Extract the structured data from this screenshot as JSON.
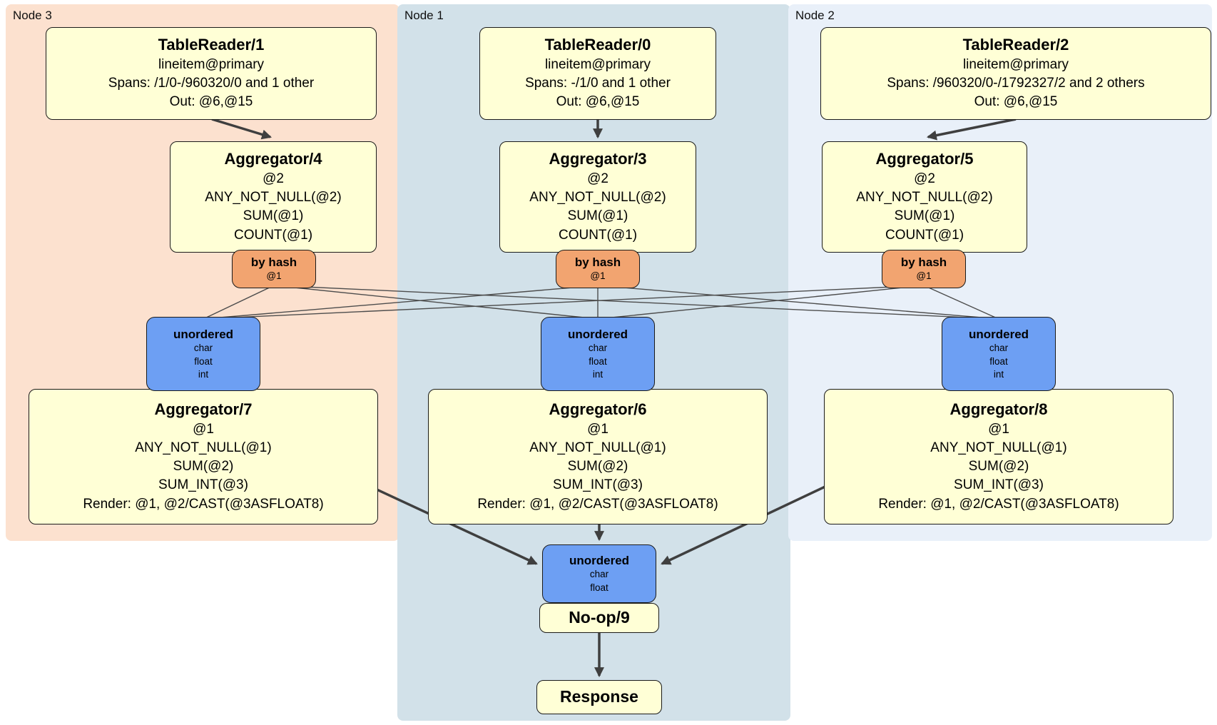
{
  "colors": {
    "panel_node3_bg": "#fce1cf",
    "panel_node1_bg": "#d2e1e9",
    "panel_node2_bg": "#e9f0f9",
    "processor_box_bg": "#ffffd6",
    "router_bg": "#f2a470",
    "sync_bg": "#6d9ff3",
    "edge": "#3f3f3f"
  },
  "nodes": [
    {
      "label": "Node 3",
      "table_reader": {
        "title": "TableReader/1",
        "lines": [
          "lineitem@primary",
          "Spans: /1/0-/960320/0 and 1 other",
          "Out: @6,@15"
        ]
      },
      "aggregator_top": {
        "title": "Aggregator/4",
        "lines": [
          "@2",
          "ANY_NOT_NULL(@2)",
          "SUM(@1)",
          "COUNT(@1)"
        ]
      },
      "router": {
        "title": "by hash",
        "subtitle": "@1"
      },
      "sync": {
        "title": "unordered",
        "lines": [
          "char",
          "float",
          "int"
        ]
      },
      "aggregator_bottom": {
        "title": "Aggregator/7",
        "lines": [
          "@1",
          "ANY_NOT_NULL(@1)",
          "SUM(@2)",
          "SUM_INT(@3)",
          "Render: @1, @2/CAST(@3ASFLOAT8)"
        ]
      }
    },
    {
      "label": "Node 1",
      "table_reader": {
        "title": "TableReader/0",
        "lines": [
          "lineitem@primary",
          "Spans: -/1/0 and 1 other",
          "Out: @6,@15"
        ]
      },
      "aggregator_top": {
        "title": "Aggregator/3",
        "lines": [
          "@2",
          "ANY_NOT_NULL(@2)",
          "SUM(@1)",
          "COUNT(@1)"
        ]
      },
      "router": {
        "title": "by hash",
        "subtitle": "@1"
      },
      "sync": {
        "title": "unordered",
        "lines": [
          "char",
          "float",
          "int"
        ]
      },
      "aggregator_bottom": {
        "title": "Aggregator/6",
        "lines": [
          "@1",
          "ANY_NOT_NULL(@1)",
          "SUM(@2)",
          "SUM_INT(@3)",
          "Render: @1, @2/CAST(@3ASFLOAT8)"
        ]
      }
    },
    {
      "label": "Node 2",
      "table_reader": {
        "title": "TableReader/2",
        "lines": [
          "lineitem@primary",
          "Spans: /960320/0-/1792327/2 and 2 others",
          "Out: @6,@15"
        ]
      },
      "aggregator_top": {
        "title": "Aggregator/5",
        "lines": [
          "@2",
          "ANY_NOT_NULL(@2)",
          "SUM(@1)",
          "COUNT(@1)"
        ]
      },
      "router": {
        "title": "by hash",
        "subtitle": "@1"
      },
      "sync": {
        "title": "unordered",
        "lines": [
          "char",
          "float",
          "int"
        ]
      },
      "aggregator_bottom": {
        "title": "Aggregator/8",
        "lines": [
          "@1",
          "ANY_NOT_NULL(@1)",
          "SUM(@2)",
          "SUM_INT(@3)",
          "Render: @1, @2/CAST(@3ASFLOAT8)"
        ]
      }
    }
  ],
  "final_stage": {
    "sync": {
      "title": "unordered",
      "lines": [
        "char",
        "float"
      ]
    },
    "noop": {
      "title": "No-op/9"
    },
    "response": {
      "title": "Response"
    }
  }
}
